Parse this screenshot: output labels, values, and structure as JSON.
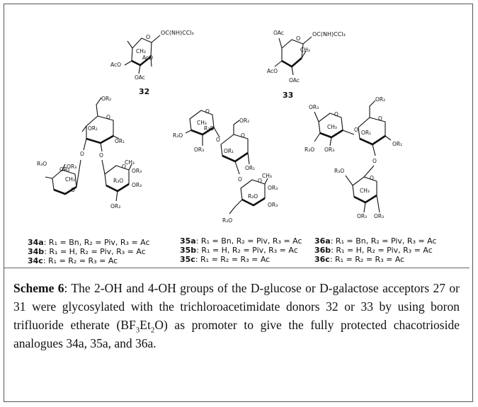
{
  "structures": {
    "c32": {
      "id": "32",
      "labels": {
        "anomeric": "OC(NH)CCl₃",
        "ac4": "AcO",
        "ac3": "AcO",
        "ac2": "OAc",
        "ch3": "CH₃"
      }
    },
    "c33": {
      "id": "33",
      "labels": {
        "anomeric": "OC(NH)CCl₃",
        "ac4": "OAc",
        "ac3": "AcO",
        "ac2": "OAc",
        "ch3": "CH₃"
      }
    },
    "c34": {
      "labels": {
        "or2": "OR₂",
        "or1a": "OR₁",
        "or1b": "OR₁",
        "rha1_or3a": "OR₃",
        "rha1_r3o": "R₃O",
        "rha1_ch3": "CH₃",
        "rha1_or3b": "OR₃",
        "rha2_ch3": "CH₃",
        "rha2_or3a": "OR₃",
        "rha2_r3o": "R₃O",
        "rha2_or3b": "OR₃"
      },
      "legend": [
        {
          "id": "34a",
          "text": ": R₁ = Bn, R₂ = Piv, R₃ = Ac"
        },
        {
          "id": "34b",
          "text": ": R₁ = H,   R₂ = Piv, R₃ = Ac"
        },
        {
          "id": "34c",
          "text": ": R₁ = R₂ = R₃ = Ac"
        }
      ]
    },
    "c35": {
      "labels": {
        "or2": "OR₂",
        "or1a": "OR₁",
        "or1b": "OR₁",
        "top_ch3": "CH₃",
        "top_r3o": "R₃O",
        "top_or3": "OR₃",
        "bot_ch3": "CH₃",
        "bot_or3a": "OR₃",
        "bot_r3o": "R₃O",
        "bot_or3b": "OR₃"
      },
      "legend": [
        {
          "id": "35a",
          "text": ": R₁ = Bn, R₂ = Piv, R₃ = Ac"
        },
        {
          "id": "35b",
          "text": ": R₁ = H,   R₂ = Piv, R₃ = Ac"
        },
        {
          "id": "35c",
          "text": ": R₁ = R₂ = R₃ = Ac"
        }
      ]
    },
    "c36": {
      "labels": {
        "or2": "OR₂",
        "or1a": "OR₁",
        "or1b": "OR₁",
        "top_or3a": "OR₃",
        "top_ch3": "CH₃",
        "top_r3o": "R₃O",
        "top_or3b": "OR₃",
        "bot_r3o": "R₃O",
        "bot_ch3": "CH₃",
        "bot_or3a": "OR₃",
        "bot_or3b": "OR₃"
      },
      "legend": [
        {
          "id": "36a",
          "text": ": R₁ = Bn, R₂ = Piv, R₃ = Ac"
        },
        {
          "id": "36b",
          "text": ": R₁ = H,   R₂ = Piv, R₃ = Ac"
        },
        {
          "id": "36c",
          "text": ": R₁ = R₂ = R₃ = Ac"
        }
      ]
    }
  },
  "caption": {
    "label": "Scheme 6",
    "text_before": ": The 2-OH and 4-OH groups of the D-glucose or D-galactose acceptors 27 or 31 were glycosylated with the trichloroacetimidate donors 32 or 33 by using boron trifluoride etherate (BF",
    "sub1": "3",
    "mid": "Et",
    "sub2": "2",
    "text_after": "O) as promoter to give the fully protected chacotrioside analogues 34a, 35a, and 36a."
  }
}
